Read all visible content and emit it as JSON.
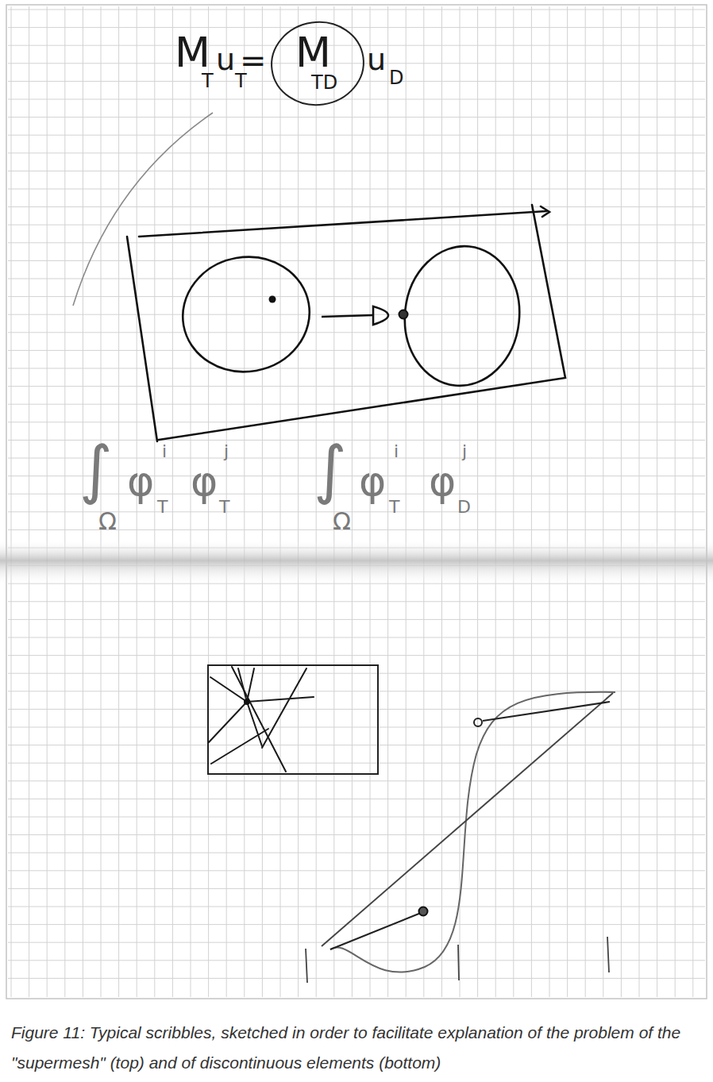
{
  "diagram": {
    "caption": "Figure 11: Typical scribbles, sketched in order to facilitate explanation of the problem of the \"supermesh\" (top) and of discontinuous elements (bottom)",
    "labels": [
      "M",
      "T",
      "u",
      "T",
      "=",
      "M",
      "TD",
      "u",
      "D",
      "∫",
      "Ω",
      "φ",
      "i",
      "T",
      "φ",
      "j",
      "T",
      "∫",
      "Ω",
      "φ",
      "i",
      "T",
      "φ",
      "j",
      "D"
    ]
  }
}
